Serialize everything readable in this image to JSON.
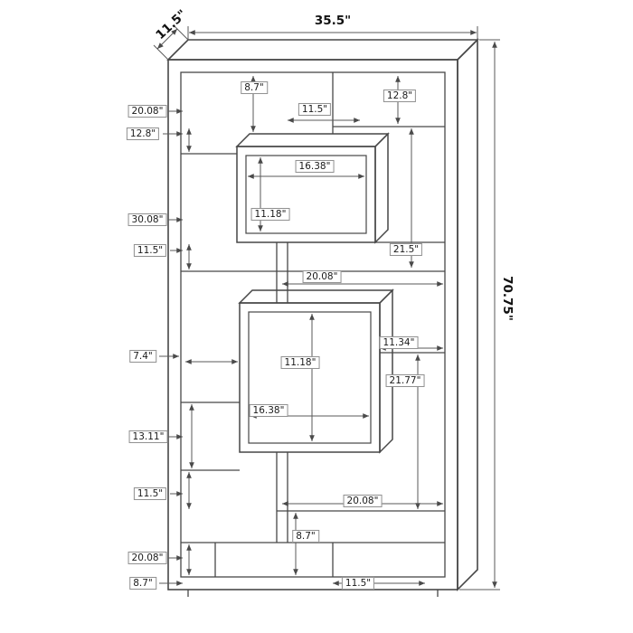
{
  "diagram": {
    "kind": "furniture dimension line drawing",
    "subject": "geometric bookcase with two protruding display cubes",
    "units": "inches",
    "line_color": "#474747"
  },
  "overall": {
    "width": "35.5\"",
    "depth": "11.5\"",
    "height": "70.75\""
  },
  "dims": {
    "top_left_height": "8.7\"",
    "top_mid_width": "11.5\"",
    "top_right_height": "12.8\"",
    "left_1": "20.08\"",
    "left_2": "12.8\"",
    "upper_box_width": "16.38\"",
    "left_3": "30.08\"",
    "upper_box_height": "11.18\"",
    "left_4": "11.5\"",
    "right_upper_height": "21.5\"",
    "mid_shelf_width": "20.08\"",
    "left_5": "7.4\"",
    "right_mid_width": "11.34\"",
    "lower_box_height": "11.18\"",
    "right_lower_height": "21.77\"",
    "lower_box_width": "16.38\"",
    "left_6": "13.11\"",
    "left_7": "11.5\"",
    "lower_shelf_width": "20.08\"",
    "bottom_mid_height": "8.7\"",
    "left_8": "20.08\"",
    "left_9": "8.7\"",
    "bottom_right_width": "11.5\""
  }
}
